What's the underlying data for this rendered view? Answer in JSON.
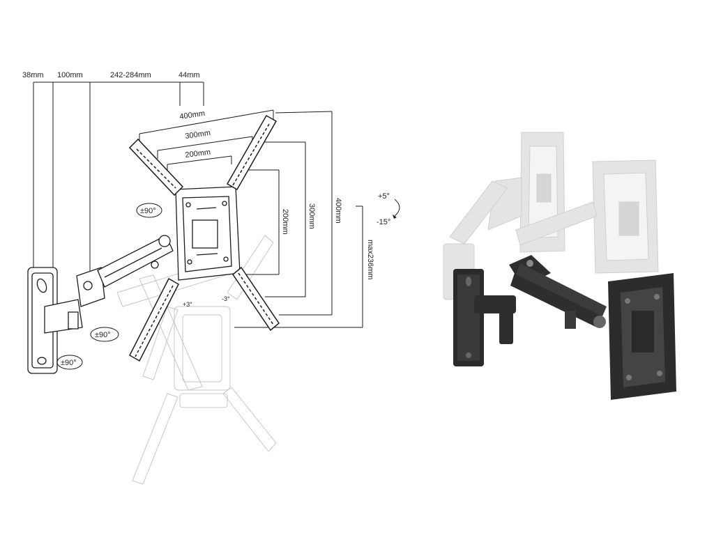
{
  "diagram": {
    "dimensions": {
      "wall_offset_1": "38mm",
      "wall_offset_2": "100mm",
      "arm_length": "242-284mm",
      "plate_depth": "44mm",
      "vesa_h_400": "400mm",
      "vesa_h_300": "300mm",
      "vesa_h_200": "200mm",
      "vesa_v_200": "200mm",
      "vesa_v_300": "300mm",
      "vesa_v_400": "400mm",
      "max_drop": "max236mm"
    },
    "tilt": {
      "up": "+5°",
      "down": "-15°"
    },
    "rotation": {
      "plate": "±90°",
      "arm": "±90°",
      "wall": "±90°",
      "level_plus": "+3°",
      "level_minus": "-3°"
    }
  },
  "colors": {
    "line": "#1a1a1a",
    "ghost_line": "#9a9a9a",
    "product_dark": "#2b2b2b",
    "product_ghost": "#d8d8d8"
  }
}
